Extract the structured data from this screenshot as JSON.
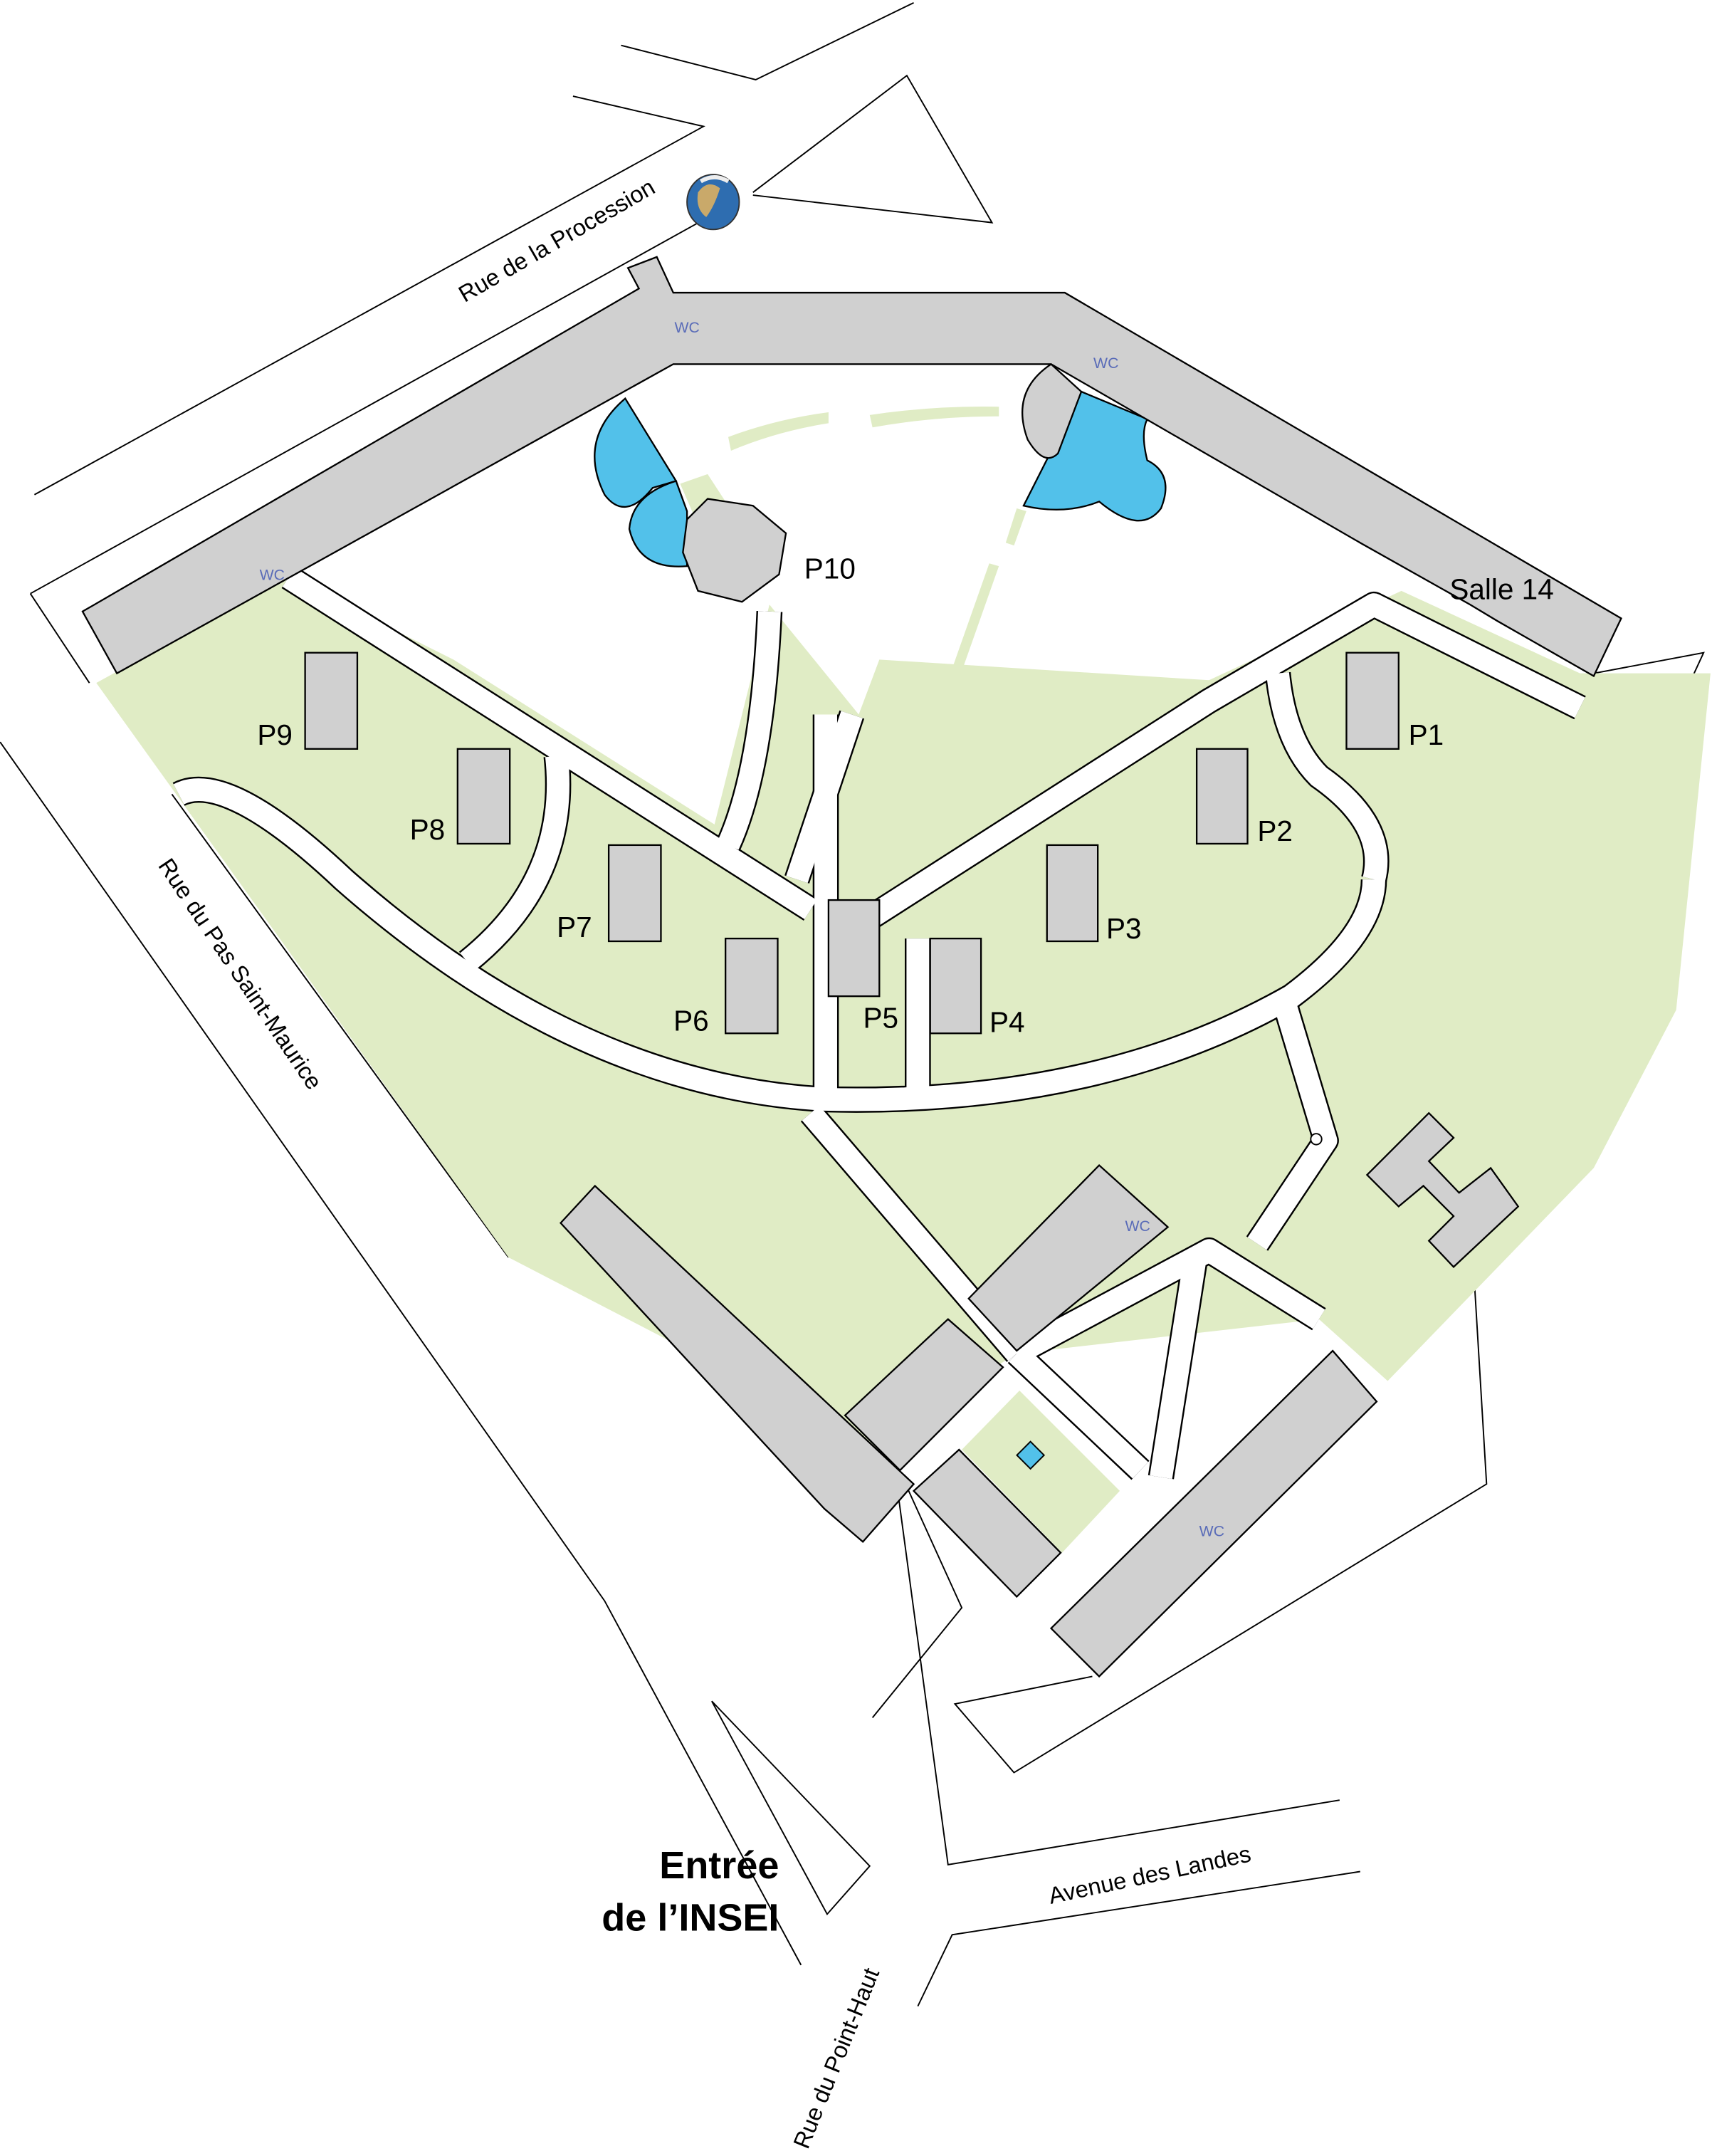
{
  "map": {
    "buildings": {
      "p1": "P1",
      "p2": "P2",
      "p3": "P3",
      "p4": "P4",
      "p5": "P5",
      "p6": "P6",
      "p7": "P7",
      "p8": "P8",
      "p9": "P9",
      "p10": "P10",
      "salle14": "Salle 14"
    },
    "wc_label": "WC",
    "streets": {
      "procession": "Rue de la Procession",
      "pas_saint_maurice": "Rue du Pas Saint-Maurice",
      "landes": "Avenue des Landes",
      "point_haut": "Rue du Point-Haut"
    },
    "entrance": {
      "line1": "Entrée",
      "line2": "de l’INSEI"
    },
    "colors": {
      "grass": "#e0ecc5",
      "building": "#d0d0d0",
      "water": "#52c1ea",
      "wc_text": "#5a6cb8"
    }
  }
}
